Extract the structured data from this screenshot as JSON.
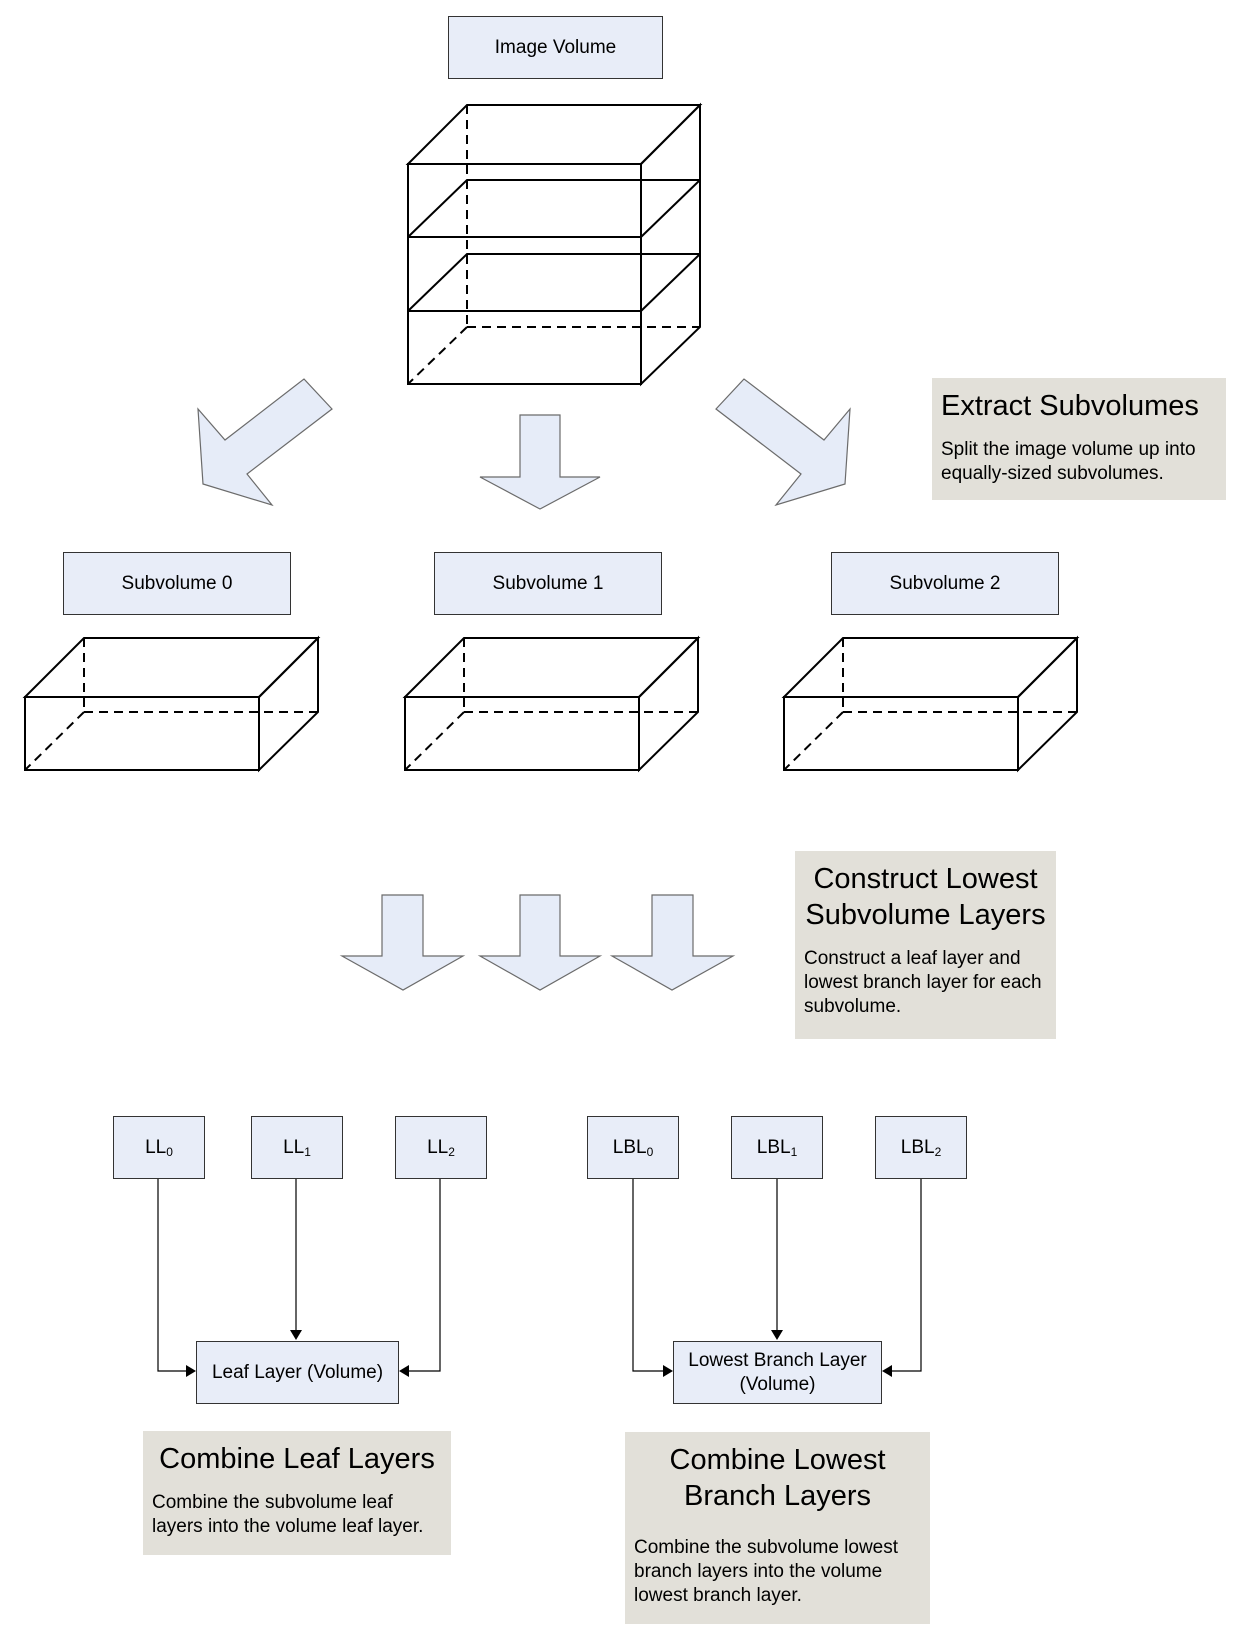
{
  "image_volume": {
    "label": "Image Volume"
  },
  "subvolumes": [
    {
      "label": "Subvolume 0"
    },
    {
      "label": "Subvolume 1"
    },
    {
      "label": "Subvolume 2"
    }
  ],
  "leaf_layers": [
    {
      "base": "LL",
      "sub": "0"
    },
    {
      "base": "LL",
      "sub": "1"
    },
    {
      "base": "LL",
      "sub": "2"
    }
  ],
  "branch_layers": [
    {
      "base": "LBL",
      "sub": "0"
    },
    {
      "base": "LBL",
      "sub": "1"
    },
    {
      "base": "LBL",
      "sub": "2"
    }
  ],
  "leaf_volume": {
    "label": "Leaf Layer (Volume)"
  },
  "branch_volume": {
    "line1": "Lowest Branch Layer",
    "line2": "(Volume)"
  },
  "notes": {
    "extract": {
      "title": "Extract Subvolumes",
      "body": "Split the image volume up into equally-sized subvolumes."
    },
    "construct": {
      "title_line1": "Construct Lowest",
      "title_line2": "Subvolume Layers",
      "body": "Construct a leaf layer and lowest branch layer for each subvolume."
    },
    "combine_leaf": {
      "title": "Combine Leaf Layers",
      "body": "Combine the subvolume leaf layers into the volume leaf layer."
    },
    "combine_branch": {
      "title_line1": "Combine Lowest",
      "title_line2": "Branch Layers",
      "body": "Combine the subvolume lowest branch layers into the volume lowest branch layer."
    }
  },
  "colors": {
    "box_fill": "#e8edf8",
    "note_fill": "#e2e0d9",
    "arrow_fill": "#e6ecf8",
    "line": "#000000"
  }
}
